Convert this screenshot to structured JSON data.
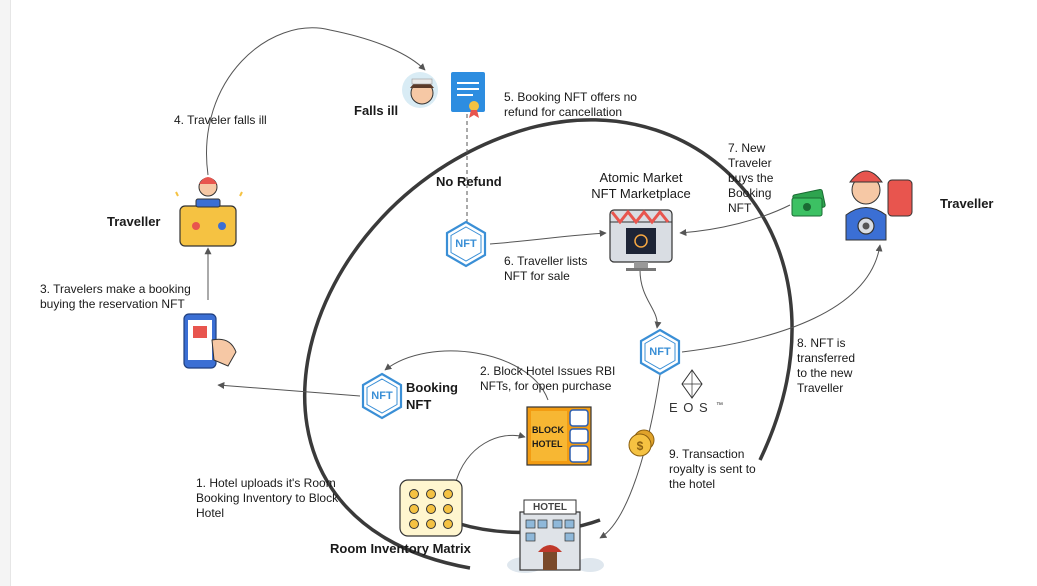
{
  "labels": {
    "falls_ill": "Falls ill",
    "step4": "4. Traveler falls ill",
    "step5_l1": "5. Booking NFT offers no",
    "step5_l2": "refund for cancellation",
    "no_refund": "No Refund",
    "market_l1": "Atomic Market",
    "market_l2": "NFT Marketplace",
    "step7_l1": "7. New",
    "step7_l2": "Traveler",
    "step7_l3": "buys the",
    "step7_l4": "Booking",
    "step7_l5": "NFT",
    "traveller_right": "Traveller",
    "traveller_left": "Traveller",
    "step6_l1": "6. Traveller lists",
    "step6_l2": "NFT for sale",
    "step3_l1": "3. Travelers make a booking",
    "step3_l2": "buying the reservation NFT",
    "step8_l1": "8. NFT is",
    "step8_l2": "transferred",
    "step8_l3": "to the new",
    "step8_l4": "Traveller",
    "step2_l1": "2. Block Hotel Issues RBI",
    "step2_l2": "NFTs, for open purchase",
    "booking_l1": "Booking",
    "booking_l2": "NFT",
    "eos": "E O S",
    "eos_tm": "™",
    "step9_l1": "9. Transaction",
    "step9_l2": "royalty is sent to",
    "step9_l3": "the hotel",
    "step1_l1": "1. Hotel uploads it's Room",
    "step1_l2": "Booking Inventory to Block",
    "step1_l3": "Hotel",
    "room_inventory": "Room Inventory Matrix",
    "block_l1": "BLOCK",
    "block_l2": "HOTEL",
    "hotel_sign": "HOTEL",
    "nft_icon_text": "NFT"
  },
  "icons": [
    "patient-icon",
    "certificate-icon",
    "suitcase-traveller-icon",
    "phone-booking-icon",
    "nft-icon",
    "marketplace-icon",
    "money-icon",
    "traveller-woman-icon",
    "coins-icon",
    "eos-logo-icon",
    "block-hotel-icon",
    "room-matrix-icon",
    "hotel-building-icon"
  ],
  "colors": {
    "arrow": "#555555",
    "cycle": "#3a3a3a",
    "nft": "#3a8fd6",
    "block_orange": "#f39c12",
    "hotel_red": "#c0392b"
  }
}
